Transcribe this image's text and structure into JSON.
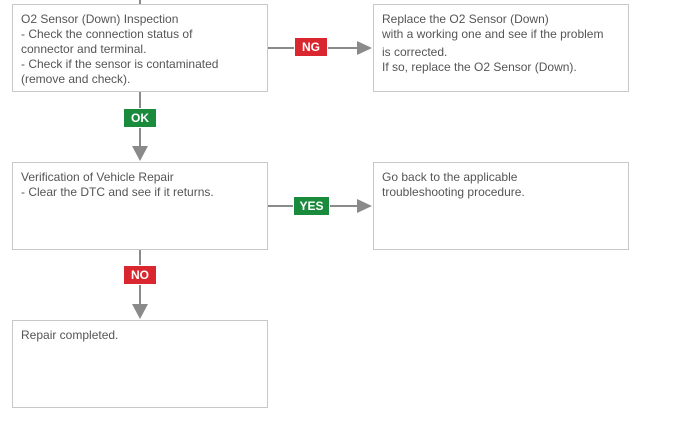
{
  "colors": {
    "fail": "#d9262f",
    "pass": "#1a8a3d",
    "connector": "#8a8a8a",
    "border": "#c8c8c8"
  },
  "boxes": {
    "inspection": {
      "lines": [
        "O2 Sensor (Down) Inspection",
        "- Check the connection status of",
        "connector and terminal.",
        "- Check if the sensor is contaminated",
        "(remove and check)."
      ]
    },
    "replace": {
      "lines": [
        "Replace the O2 Sensor (Down)",
        "with a working one and see if the problem",
        "is corrected.",
        "If so, replace the O2 Sensor (Down)."
      ]
    },
    "verification": {
      "lines": [
        "Verification of Vehicle Repair",
        "- Clear the DTC and see if it returns."
      ]
    },
    "go_back": {
      "lines": [
        "Go back to the applicable",
        "troubleshooting procedure."
      ]
    },
    "completed": {
      "lines": [
        "Repair completed."
      ]
    }
  },
  "badges": {
    "ng": "NG",
    "ok": "OK",
    "yes": "YES",
    "no": "NO"
  }
}
